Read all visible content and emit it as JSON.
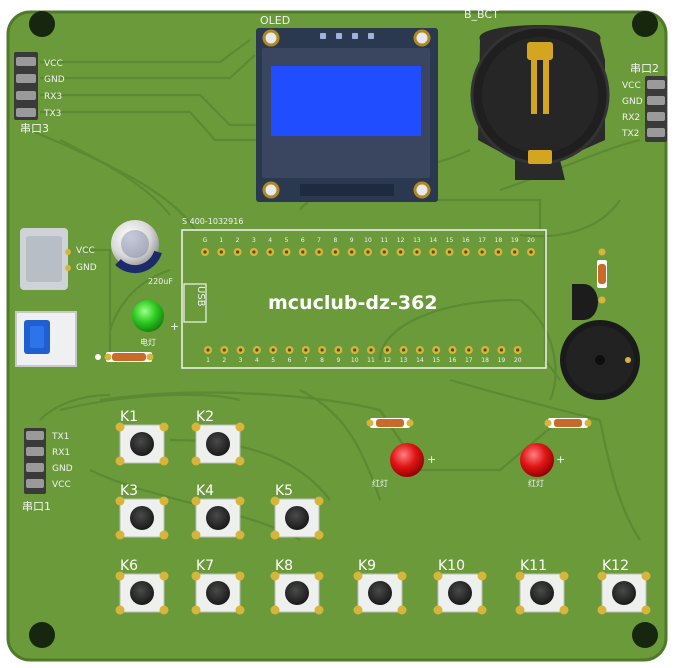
{
  "board": {
    "title": "mcuclub-dz-362",
    "colors": {
      "pcb": "#6a9a3a",
      "pcb_edge": "#4f7a2a",
      "trace": "#5b8a32",
      "silkscreen": "#f2f2f2",
      "oled_screen": "#1f4dff",
      "oled_bezel": "#2a3850",
      "pad_gold": "#d7b53a",
      "led_red": "#e01515",
      "led_green": "#2ecc20"
    }
  },
  "labels": {
    "oled": "OLED",
    "battery": "B_BCT",
    "usb": "USB",
    "mcu_silk": "S 400-1032916",
    "cap": "220uF",
    "power_led": "电灯",
    "led_left": "红灯",
    "led_right": "红灯",
    "plus": "+"
  },
  "headers": {
    "port3": {
      "title": "串口3",
      "pins": [
        "VCC",
        "GND",
        "RX3",
        "TX3"
      ]
    },
    "port2": {
      "title": "串口2",
      "pins": [
        "VCC",
        "GND",
        "RX2",
        "TX2"
      ]
    },
    "port1": {
      "title": "串口1",
      "pins": [
        "TX1",
        "RX1",
        "GND",
        "VCC"
      ]
    },
    "usb_power": {
      "pins": [
        "VCC",
        "GND"
      ]
    }
  },
  "mcu": {
    "top_pins": [
      "G",
      "1",
      "2",
      "3",
      "4",
      "5",
      "6",
      "7",
      "8",
      "9",
      "10",
      "11",
      "12",
      "13",
      "14",
      "15",
      "16",
      "17",
      "18",
      "19",
      "20"
    ],
    "bottom_pins": [
      "1",
      "2",
      "3",
      "4",
      "5",
      "6",
      "7",
      "8",
      "9",
      "10",
      "11",
      "12",
      "13",
      "14",
      "15",
      "16",
      "17",
      "18",
      "19",
      "20"
    ]
  },
  "keys": [
    "K1",
    "K2",
    "K3",
    "K4",
    "K5",
    "K6",
    "K7",
    "K8",
    "K9",
    "K10",
    "K11",
    "K12"
  ]
}
